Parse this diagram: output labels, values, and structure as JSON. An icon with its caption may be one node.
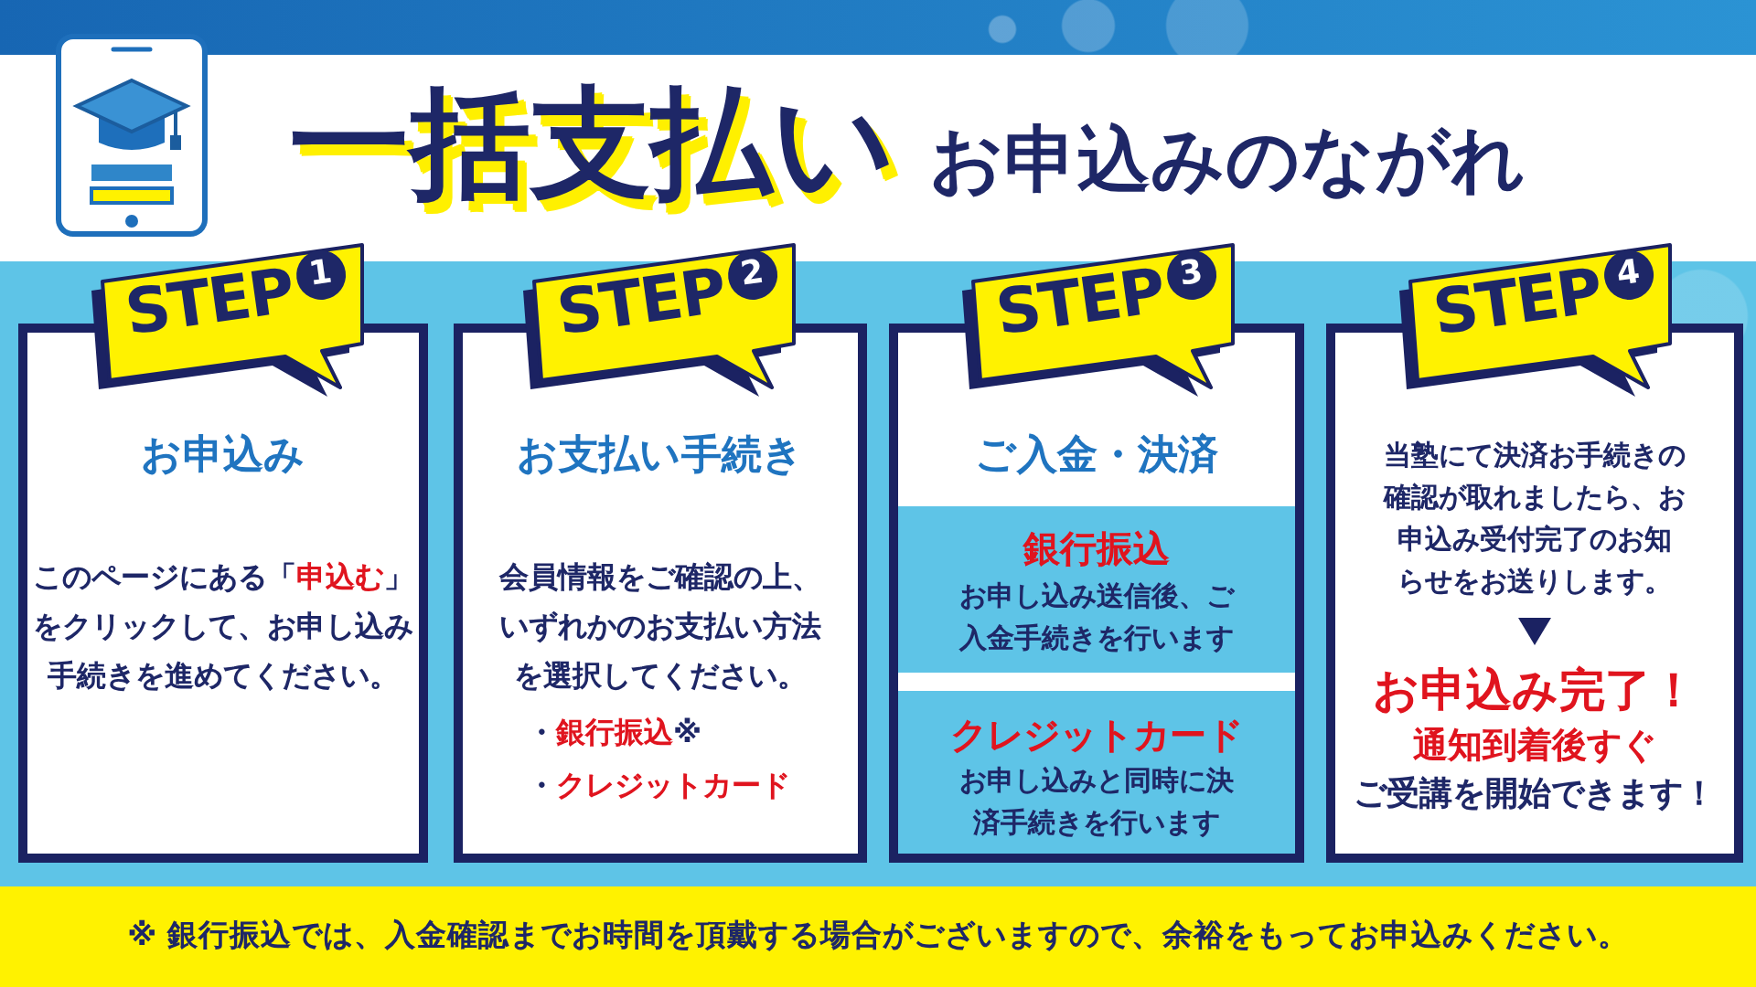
{
  "diagram": {
    "title": "**一括支払い**お申込みのながれ",
    "nodes": [
      {
        "text": [
          "STEP",
          "1"
        ]
      },
      {
        "text": [
          "お申込み",
          "このページにある「**申込む**」をクリックして、お申し込み手続きを進めてください。"
        ]
      },
      {
        "text": [
          "STEP",
          "2"
        ]
      },
      {
        "text": [
          "お支払い手続き",
          "会員情報をご確認の上、いずれかのお支払い方法を選択してください。",
          "・**銀行振込**※",
          "・**クレジットカード**"
        ]
      },
      {
        "text": [
          "STEP",
          "3"
        ]
      },
      {
        "text": [
          "ご入金・決済"
        ]
      },
      {
        "text": [
          "銀行振込",
          "お申し込み送信後、ご入金手続きを行います"
        ],
        "in": 5
      },
      {
        "text": [
          "クレジットカード",
          "お申し込みと同時に決済手続きを行います"
        ],
        "in": 5
      },
      {
        "text": [
          "STEP",
          "4"
        ]
      },
      {
        "text": [
          "当塾にて決済お手続きの確認が取れましたら、お申込み受付完了のお知らせをお送りします。",
          "お申込み完了！",
          "通知到着後すぐ",
          "ご受講を開始できます！"
        ]
      }
    ],
    "labels": [
      "※ 銀行振込では、入金確認までお時間を頂戴する場合がございますので、余裕をもってお申込みください。"
    ]
  }
}
